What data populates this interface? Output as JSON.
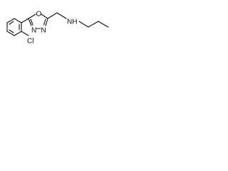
{
  "molecule": {
    "atoms": {
      "ring_o": "O",
      "ring_n1": "N",
      "ring_n2": "N",
      "chlorine": "Cl",
      "amine": "NH"
    }
  },
  "colors": {
    "ink": "#111111",
    "background": "#ffffff"
  }
}
